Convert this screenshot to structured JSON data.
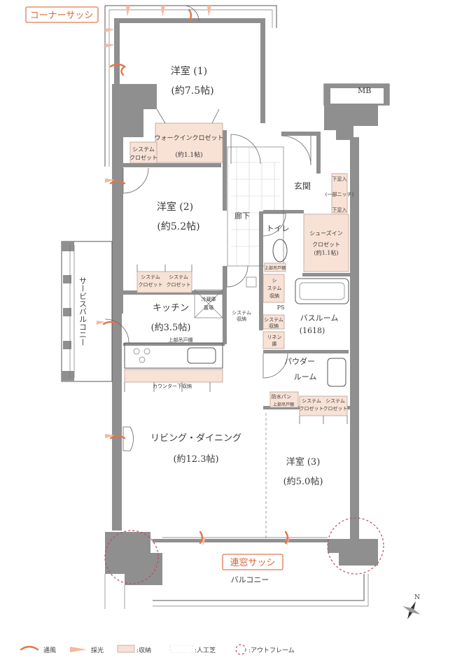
{
  "labels": {
    "corner_sash": "コーナーサッシ",
    "renmado_sash": "連窓サッシ",
    "mb": "MB",
    "room1_name": "洋室 (1)",
    "room1_size": "(約7.5帖)",
    "walkin_closet": "ウォークインクロゼット",
    "walkin_closet_size": "(約1.1帖)",
    "system_closet_a1": "システム",
    "system_closet_a2": "クロゼット",
    "room2_name": "洋室 (2)",
    "room2_size": "(約5.2帖)",
    "entrance": "玄関",
    "shoebox_1": "下足入",
    "shoebox_2": "(一部ニッチ)",
    "shoebox_3": "下足入",
    "corridor": "廊下",
    "toilet": "トイレ",
    "shoes_in_closet_1": "シューズイン",
    "shoes_in_closet_2": "クロゼット",
    "shoes_in_closet_3": "(約1.1帖)",
    "upper_cabinet_toilet": "上部吊戸棚",
    "service_balcony": "サービスバルコニー",
    "system_closet_b1": "システム",
    "system_closet_b2": "クロゼット",
    "system_closet_c1": "システム",
    "system_closet_c2": "クロゼット",
    "fridge_1": "冷蔵庫",
    "fridge_2": "置場",
    "system_storage_1a": "シ",
    "system_storage_1b": "ステム",
    "system_storage_1c": "収納",
    "ps": "PS",
    "system_storage_2a": "システム",
    "system_storage_2b": "収納",
    "system_storage_3a": "システム",
    "system_storage_3b": "収納",
    "kitchen_name": "キッチン",
    "kitchen_size": "(約3.5帖)",
    "bath_name": "バスルーム",
    "bath_size": "(1618)",
    "upper_cabinet_kitchen": "上部吊戸棚",
    "linen_1": "リネン",
    "linen_2": "庫",
    "powder_1": "パウダー",
    "powder_2": "ルーム",
    "counter_storage": "カウンター下収納",
    "washpan_1": "防水パン",
    "washpan_2": "上部吊戸棚",
    "system_closet_d1": "システム",
    "system_closet_d2": "クロゼット",
    "system_closet_e1": "システム",
    "system_closet_e2": "クロゼット",
    "living_name": "リビング・ダイニング",
    "living_size": "(約12.3帖)",
    "room3_name": "洋室 (3)",
    "room3_size": "(約5.0帖)",
    "balcony": "バルコニー",
    "compass_n": "N"
  },
  "legend": {
    "ventilation": "通風",
    "daylight": "採光",
    "storage": ":収納",
    "artificial_turf": ":人工芝",
    "outframe": ":アウトフレーム"
  },
  "colors": {
    "accent": "#e2764a",
    "storage_fill": "#f8e2d6",
    "wall": "#8f8f8f",
    "outframe_circle": "#c0485b"
  }
}
